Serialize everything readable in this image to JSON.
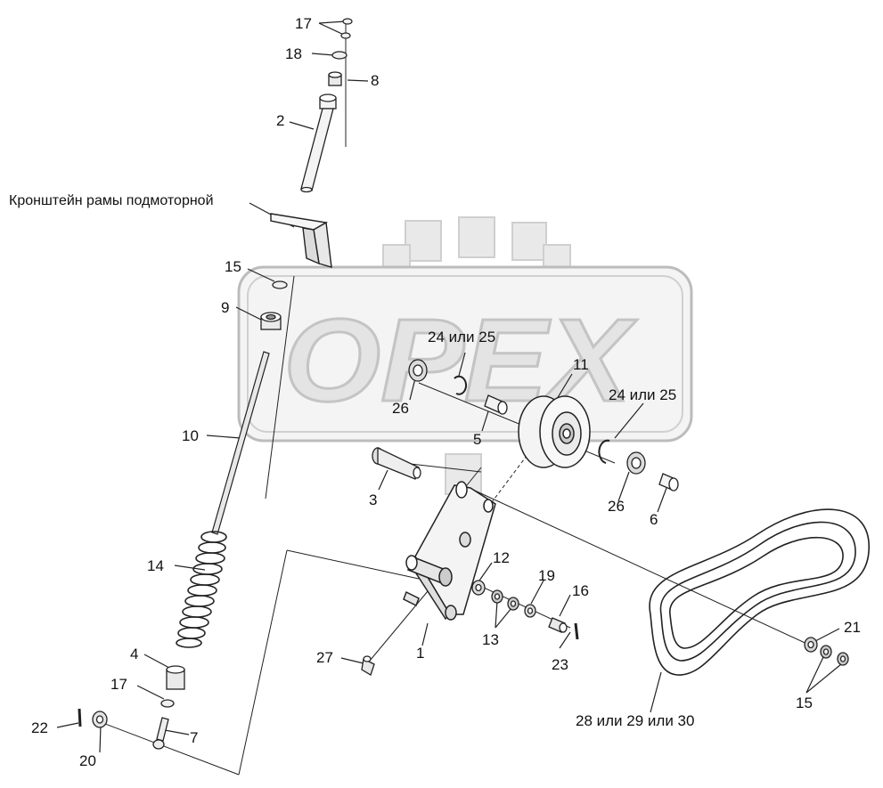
{
  "watermark": {
    "brand": "OPEX",
    "fill_color": "#e6e6e6",
    "stroke_color": "#c8c8c8"
  },
  "colors": {
    "line": "#222222",
    "part_fill": "#f2f2f2",
    "part_shade": "#9a9a9a"
  },
  "callouts": {
    "c17_top": "17",
    "c18": "18",
    "c8": "8",
    "c2": "2",
    "bracket": "Кронштейн рамы подмоторной",
    "c15_left": "15",
    "c9": "9",
    "c10": "10",
    "c2425_left": "24 или 25",
    "c26_left": "26",
    "c5": "5",
    "c11": "11",
    "c2425_right": "24 или 25",
    "c3": "3",
    "c26_right": "26",
    "c6": "6",
    "c14": "14",
    "c12": "12",
    "c19": "19",
    "c16": "16",
    "c13": "13",
    "c1": "1",
    "c23": "23",
    "c27": "27",
    "c4": "4",
    "c17_bottom": "17",
    "c7": "7",
    "c22": "22",
    "c20": "20",
    "c21": "21",
    "c15_right": "15",
    "c282930": "28 или 29 или 30"
  }
}
